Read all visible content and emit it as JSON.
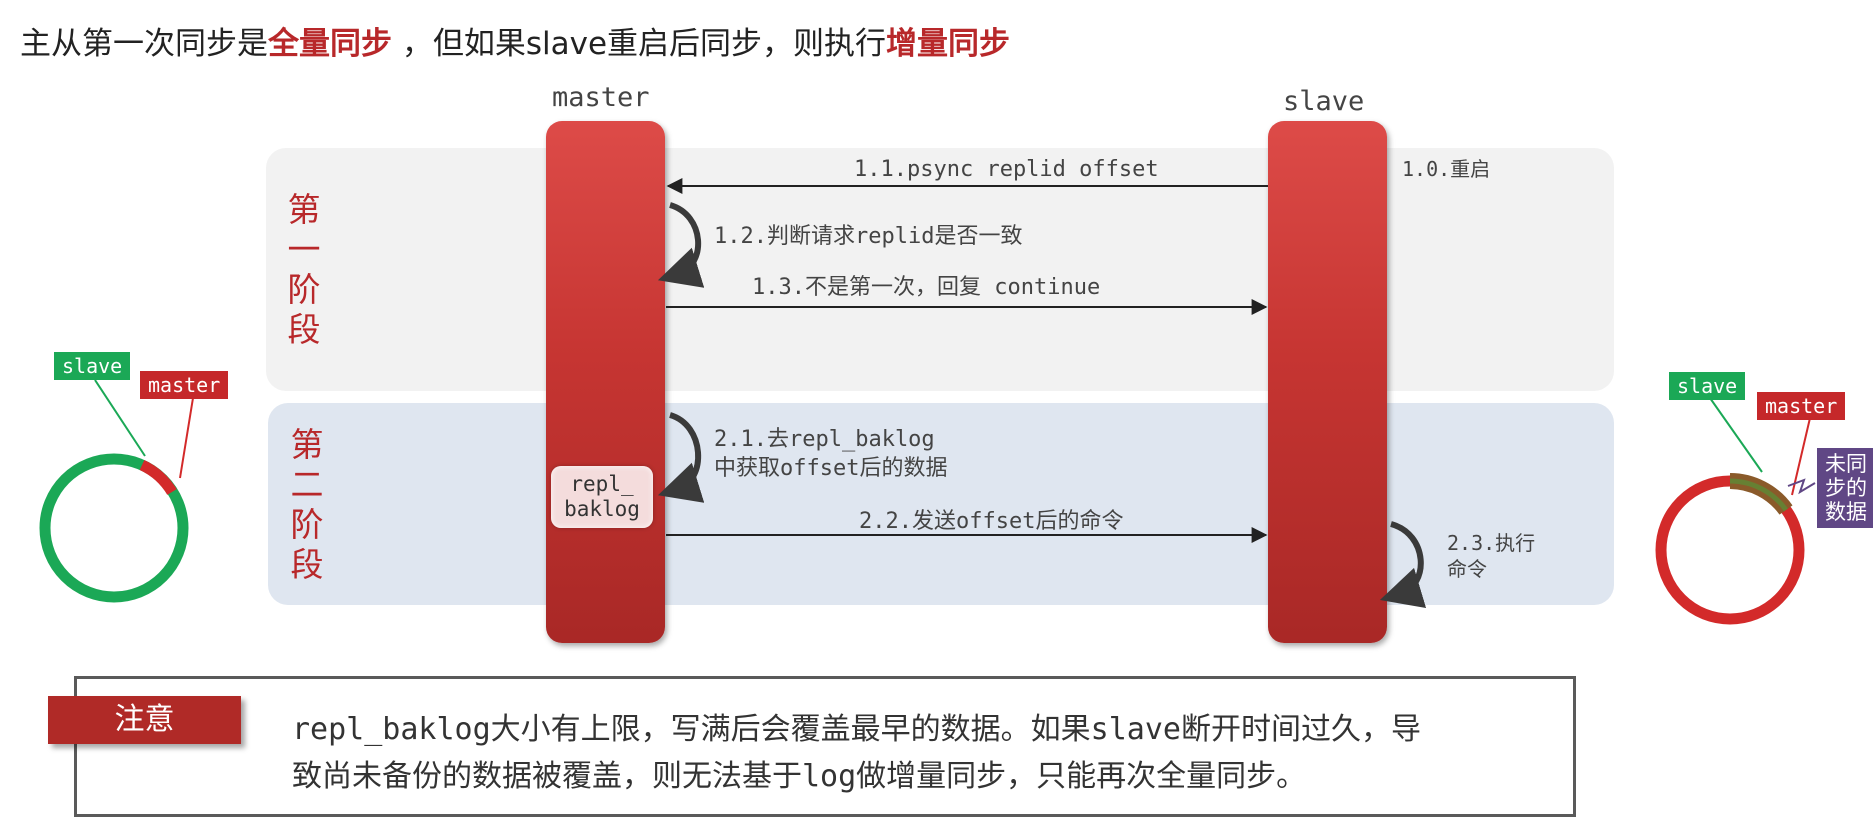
{
  "title": {
    "part1": "主从第一次同步是",
    "highlight1": "全量同步",
    "part2": " ，但如果slave重启后同步，则执行",
    "highlight2": "增量同步"
  },
  "lifelines": {
    "master": "master",
    "slave": "slave"
  },
  "stages": {
    "stage1": [
      "第",
      "一",
      "阶",
      "段"
    ],
    "stage2": [
      "第",
      "二",
      "阶",
      "段"
    ]
  },
  "messages": {
    "m1_0": "1.0.重启",
    "m1_1": "1.1.psync replid offset",
    "m1_2": "1.2.判断请求replid是否一致",
    "m1_3": "1.3.不是第一次，回复 continue",
    "m2_1_line1": "2.1.去repl_baklog",
    "m2_1_line2": "中获取offset后的数据",
    "m2_2": "2.2.发送offset后的命令",
    "m2_3_line1": "2.3.执行",
    "m2_3_line2": "命令"
  },
  "baklog": {
    "line1": "repl_",
    "line2": "baklog"
  },
  "left_ring": {
    "slave_tag": "slave",
    "master_tag": "master"
  },
  "right_ring": {
    "slave_tag": "slave",
    "master_tag": "master",
    "unsynced_note": [
      "未同",
      "步的",
      "数据"
    ]
  },
  "note": {
    "label": "注意",
    "text_line1": "repl_baklog大小有上限，写满后会覆盖最早的数据。如果slave断开时间过久，导",
    "text_line2": "致尚未备份的数据被覆盖，则无法基于log做增量同步，只能再次全量同步。"
  },
  "colors": {
    "accent_red": "#b8282a",
    "bar_red": "#c63532",
    "ring_green": "#1ba856",
    "ring_red": "#d32a2a",
    "unsynced_purple": "#604785"
  }
}
